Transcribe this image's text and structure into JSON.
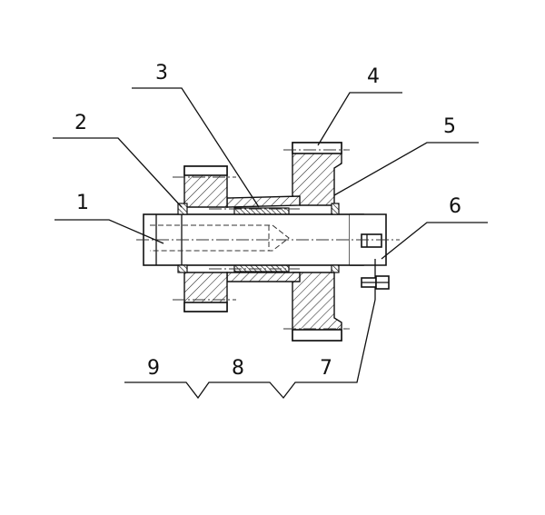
{
  "drawing": {
    "part_labels": [
      "1",
      "2",
      "3",
      "4",
      "5",
      "6",
      "7",
      "8",
      "9"
    ]
  }
}
